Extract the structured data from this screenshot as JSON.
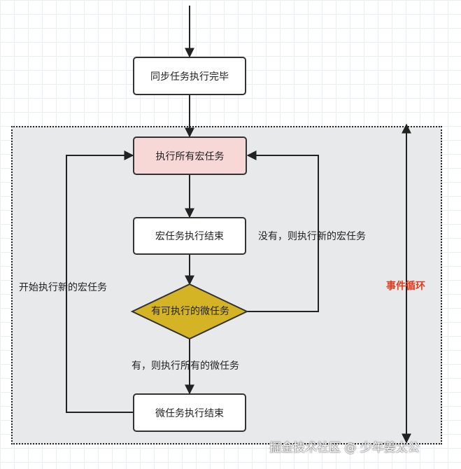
{
  "nodes": {
    "sync_done": "同步任务执行完毕",
    "run_macro": "执行所有宏任务",
    "macro_end": "宏任务执行结束",
    "has_micro": "有可执行的微任务",
    "micro_end": "微任务执行结束"
  },
  "edges": {
    "no_micro": "没有，则执行新的宏任务",
    "yes_micro": "有，则执行所有的微任务",
    "restart": "开始执行新的宏任务"
  },
  "region": {
    "label": "事件循环"
  },
  "watermark": "掘金技术社区 @ 少年姜太公",
  "colors": {
    "highlight": "#f8d7d7",
    "decision": "#d4b425",
    "loop_label": "#e5391b",
    "region_bg": "#e7e9eb"
  }
}
